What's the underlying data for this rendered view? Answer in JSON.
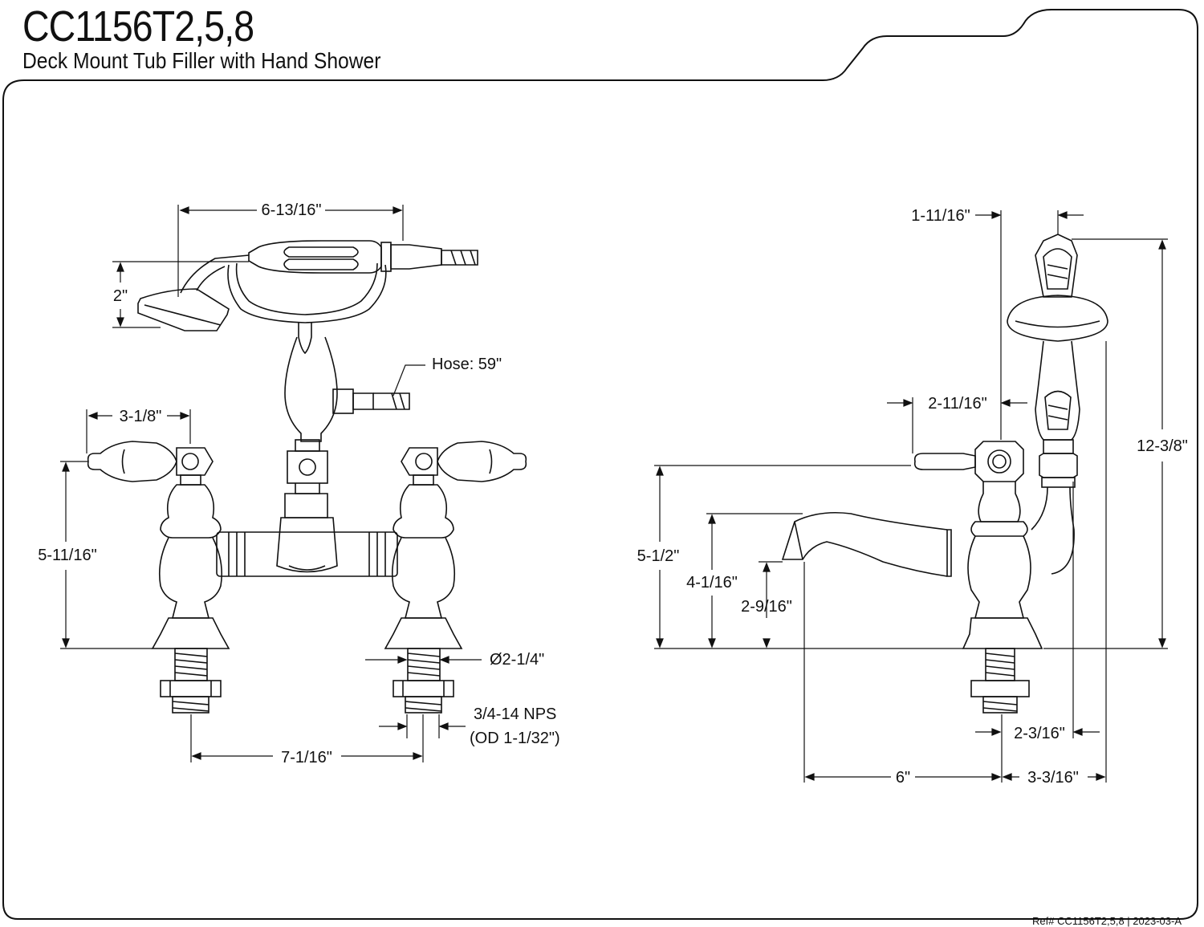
{
  "header": {
    "model": "CC1156T2,5,8",
    "description": "Deck Mount Tub Filler with Hand Shower"
  },
  "footer": {
    "reference": "Ref# CC1156T2,5,8 | 2023-03-A"
  },
  "front_view": {
    "dim_handshower_width": "6-13/16\"",
    "dim_handshower_height": "2\"",
    "hose_label": "Hose: 59\"",
    "dim_handle_width": "3-1/8\"",
    "dim_height": "5-11/16\"",
    "dim_shank_diameter": "Ø2-1/4\"",
    "dim_thread": "3/4-14 NPS",
    "dim_thread_od": "(OD 1-1/32\")",
    "dim_centers": "7-1/16\""
  },
  "side_view": {
    "dim_cradle_offset": "1-11/16\"",
    "dim_handle_projection": "2-11/16\"",
    "dim_total_height": "12-3/8\"",
    "dim_handle_height": "5-1/2\"",
    "dim_spout_height": "4-1/16\"",
    "dim_spout_outlet": "2-9/16\"",
    "dim_shower_offset": "2-3/16\"",
    "dim_spout_reach": "6\"",
    "dim_rear_offset": "3-3/16\""
  }
}
